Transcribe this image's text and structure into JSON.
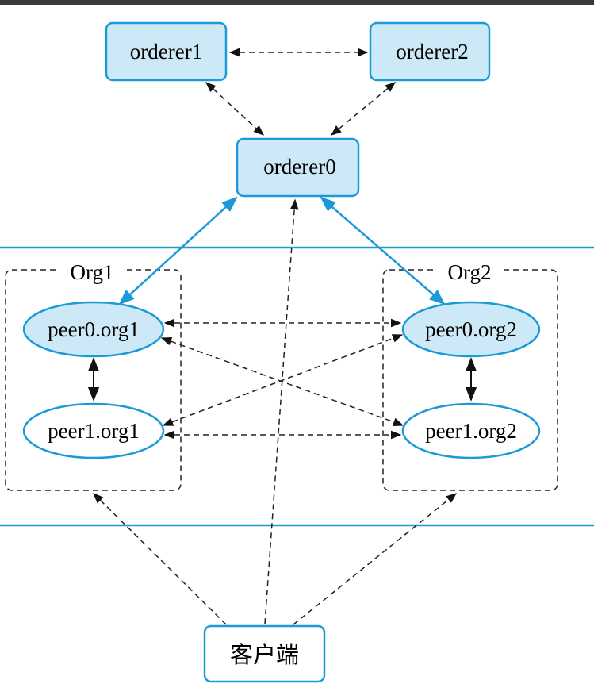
{
  "colors": {
    "accent_blue": "#1a9ad6",
    "node_fill": "#cde9f7",
    "line_dark": "#222222",
    "background": "#ffffff"
  },
  "nodes": {
    "orderer1": "orderer1",
    "orderer2": "orderer2",
    "orderer0": "orderer0",
    "peer0_org1": "peer0.org1",
    "peer1_org1": "peer1.org1",
    "peer0_org2": "peer0.org2",
    "peer1_org2": "peer1.org2",
    "client": "客户端"
  },
  "groups": {
    "org1": "Org1",
    "org2": "Org2"
  }
}
